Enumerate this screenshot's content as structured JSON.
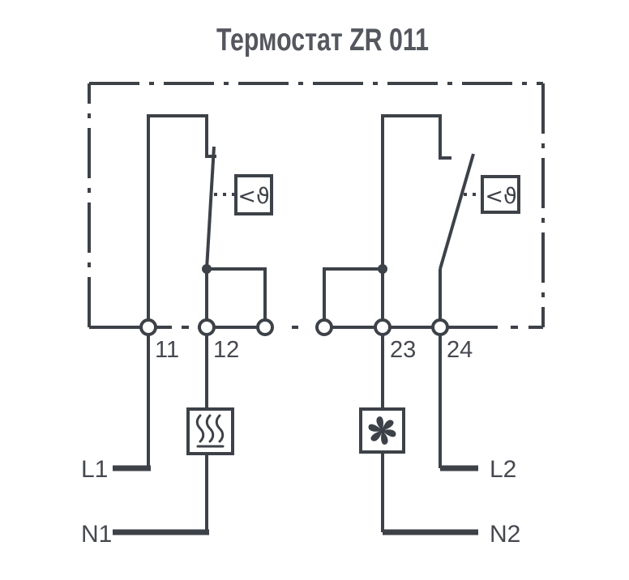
{
  "title": "Термостат ZR 011",
  "diagram": {
    "terminals": {
      "t11": {
        "label": "11"
      },
      "t12": {
        "label": "12"
      },
      "t23": {
        "label": "23"
      },
      "t24": {
        "label": "24"
      }
    },
    "sensors": {
      "left": {
        "label": "<ϑ"
      },
      "right": {
        "label": "<ϑ"
      }
    },
    "contacts": {
      "left": {
        "name": "heating-contact",
        "state": "closed"
      },
      "right": {
        "name": "cooling-contact",
        "state": "open"
      }
    },
    "loads": {
      "left": {
        "icon": "heater-icon"
      },
      "right": {
        "icon": "fan-icon"
      }
    },
    "mains": {
      "l1": {
        "label": "L1"
      },
      "n1": {
        "label": "N1"
      },
      "l2": {
        "label": "L2"
      },
      "n2": {
        "label": "N2"
      }
    },
    "colors": {
      "line": "#3d4148",
      "label_text": "#45484f",
      "title_text": "#54575d",
      "background": "#ffffff"
    }
  }
}
